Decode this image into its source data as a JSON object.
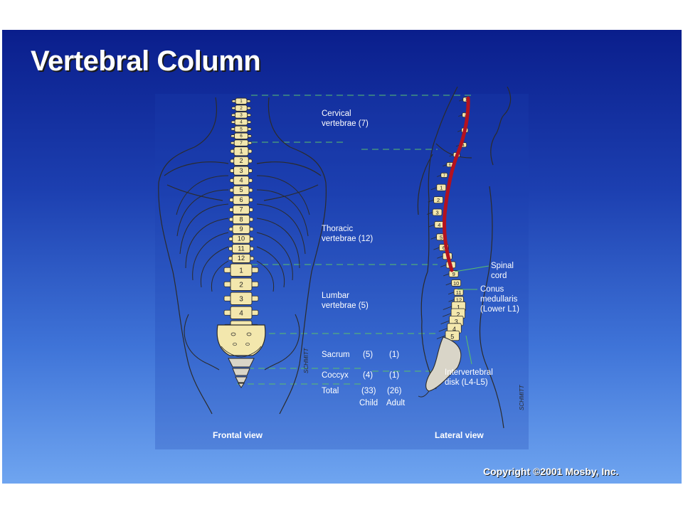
{
  "slide": {
    "title": "Vertebral Column",
    "regions": {
      "cervical": {
        "line1": "Cervical",
        "line2": "vertebrae",
        "count": "(7)"
      },
      "thoracic": {
        "line1": "Thoracic",
        "line2": "vertebrae",
        "count": "(12)"
      },
      "lumbar": {
        "line1": "Lumbar",
        "line2": "vertebrae",
        "count": "(5)"
      }
    },
    "table": {
      "sacrum": {
        "name": "Sacrum",
        "child": "(5)",
        "adult": "(1)"
      },
      "coccyx": {
        "name": "Coccyx",
        "child": "(4)",
        "adult": "(1)"
      },
      "total": {
        "name": "Total",
        "child": "(33)",
        "adult": "(26)"
      },
      "columns": {
        "child": "Child",
        "adult": "Adult"
      }
    },
    "annotations": {
      "spinal_cord": {
        "line1": "Spinal",
        "line2": "cord"
      },
      "conus": {
        "line1": "Conus",
        "line2": "medullaris",
        "line3": "(Lower L1)"
      },
      "disk": {
        "line1": "Intervertebral",
        "line2": "disk (L4-L5)"
      }
    },
    "views": {
      "frontal": "Frontal view",
      "lateral": "Lateral view"
    },
    "vertebra_numbers": {
      "cervical": [
        "1",
        "2",
        "3",
        "4",
        "5",
        "6",
        "7"
      ],
      "thoracic": [
        "1",
        "2",
        "3",
        "4",
        "5",
        "6",
        "7",
        "8",
        "9",
        "10",
        "11",
        "12"
      ],
      "lumbar": [
        "1",
        "2",
        "3",
        "4",
        "5"
      ]
    },
    "signature": "SCHMITT",
    "copyright": "Copyright ©2001 Mosby, Inc.",
    "colors": {
      "bone": "#f3e7ad",
      "disk": "#e6d690",
      "spinal_cord": "#b3121f",
      "outline": "#2b2b2b",
      "guide_line": "#4caf50"
    }
  }
}
